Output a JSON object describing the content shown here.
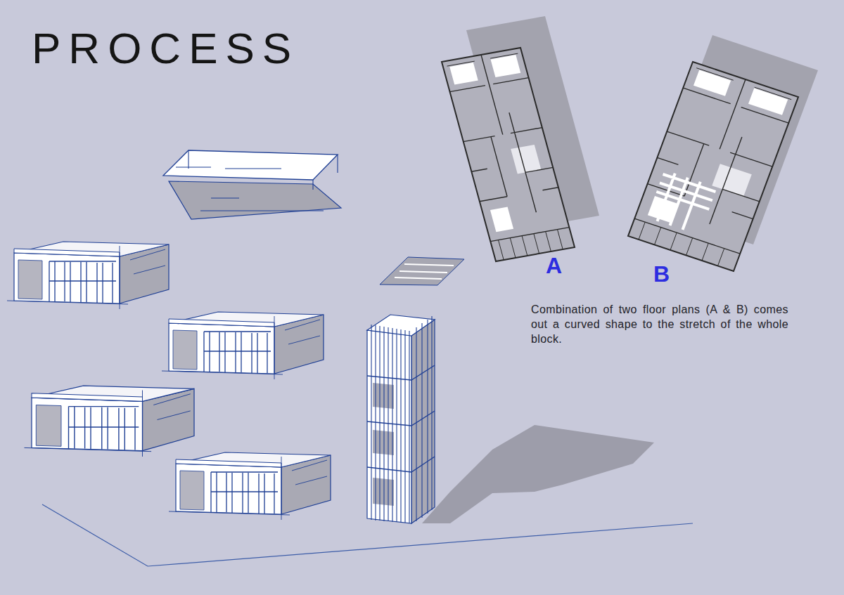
{
  "diagram": {
    "title": "PROCESS",
    "caption": "Combination of two floor plans (A & B) comes out a curved shape to the stretch of the whole block.",
    "labels": [
      "A",
      "B"
    ]
  }
}
